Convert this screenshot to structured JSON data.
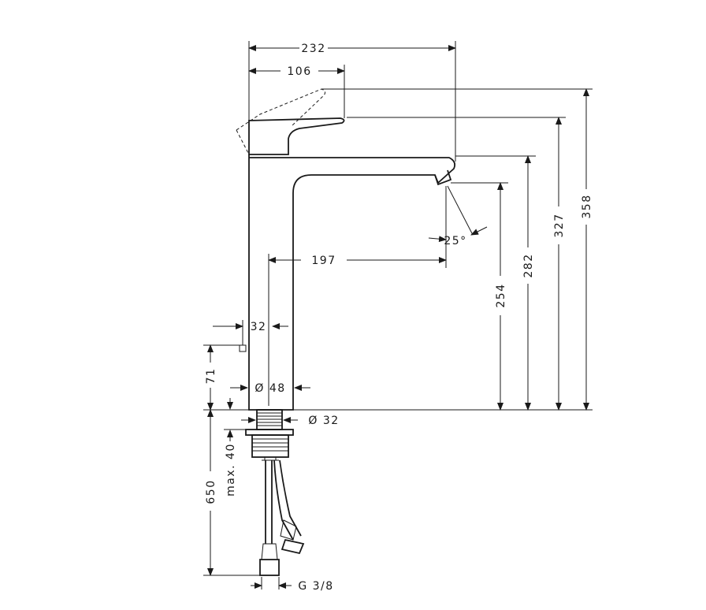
{
  "dimensions": {
    "width_total": "232",
    "lever_width": "106",
    "height_max": "358",
    "height_lever": "327",
    "height_spout": "282",
    "height_outlet": "254",
    "spout_reach": "197",
    "angle": "25°",
    "pop_up_offset": "32",
    "pop_up_height": "71",
    "base_diameter": "Ø 48",
    "thread_diameter": "Ø 32",
    "max_thickness": "max. 40",
    "hose_length": "650",
    "connection": "G 3/8"
  }
}
